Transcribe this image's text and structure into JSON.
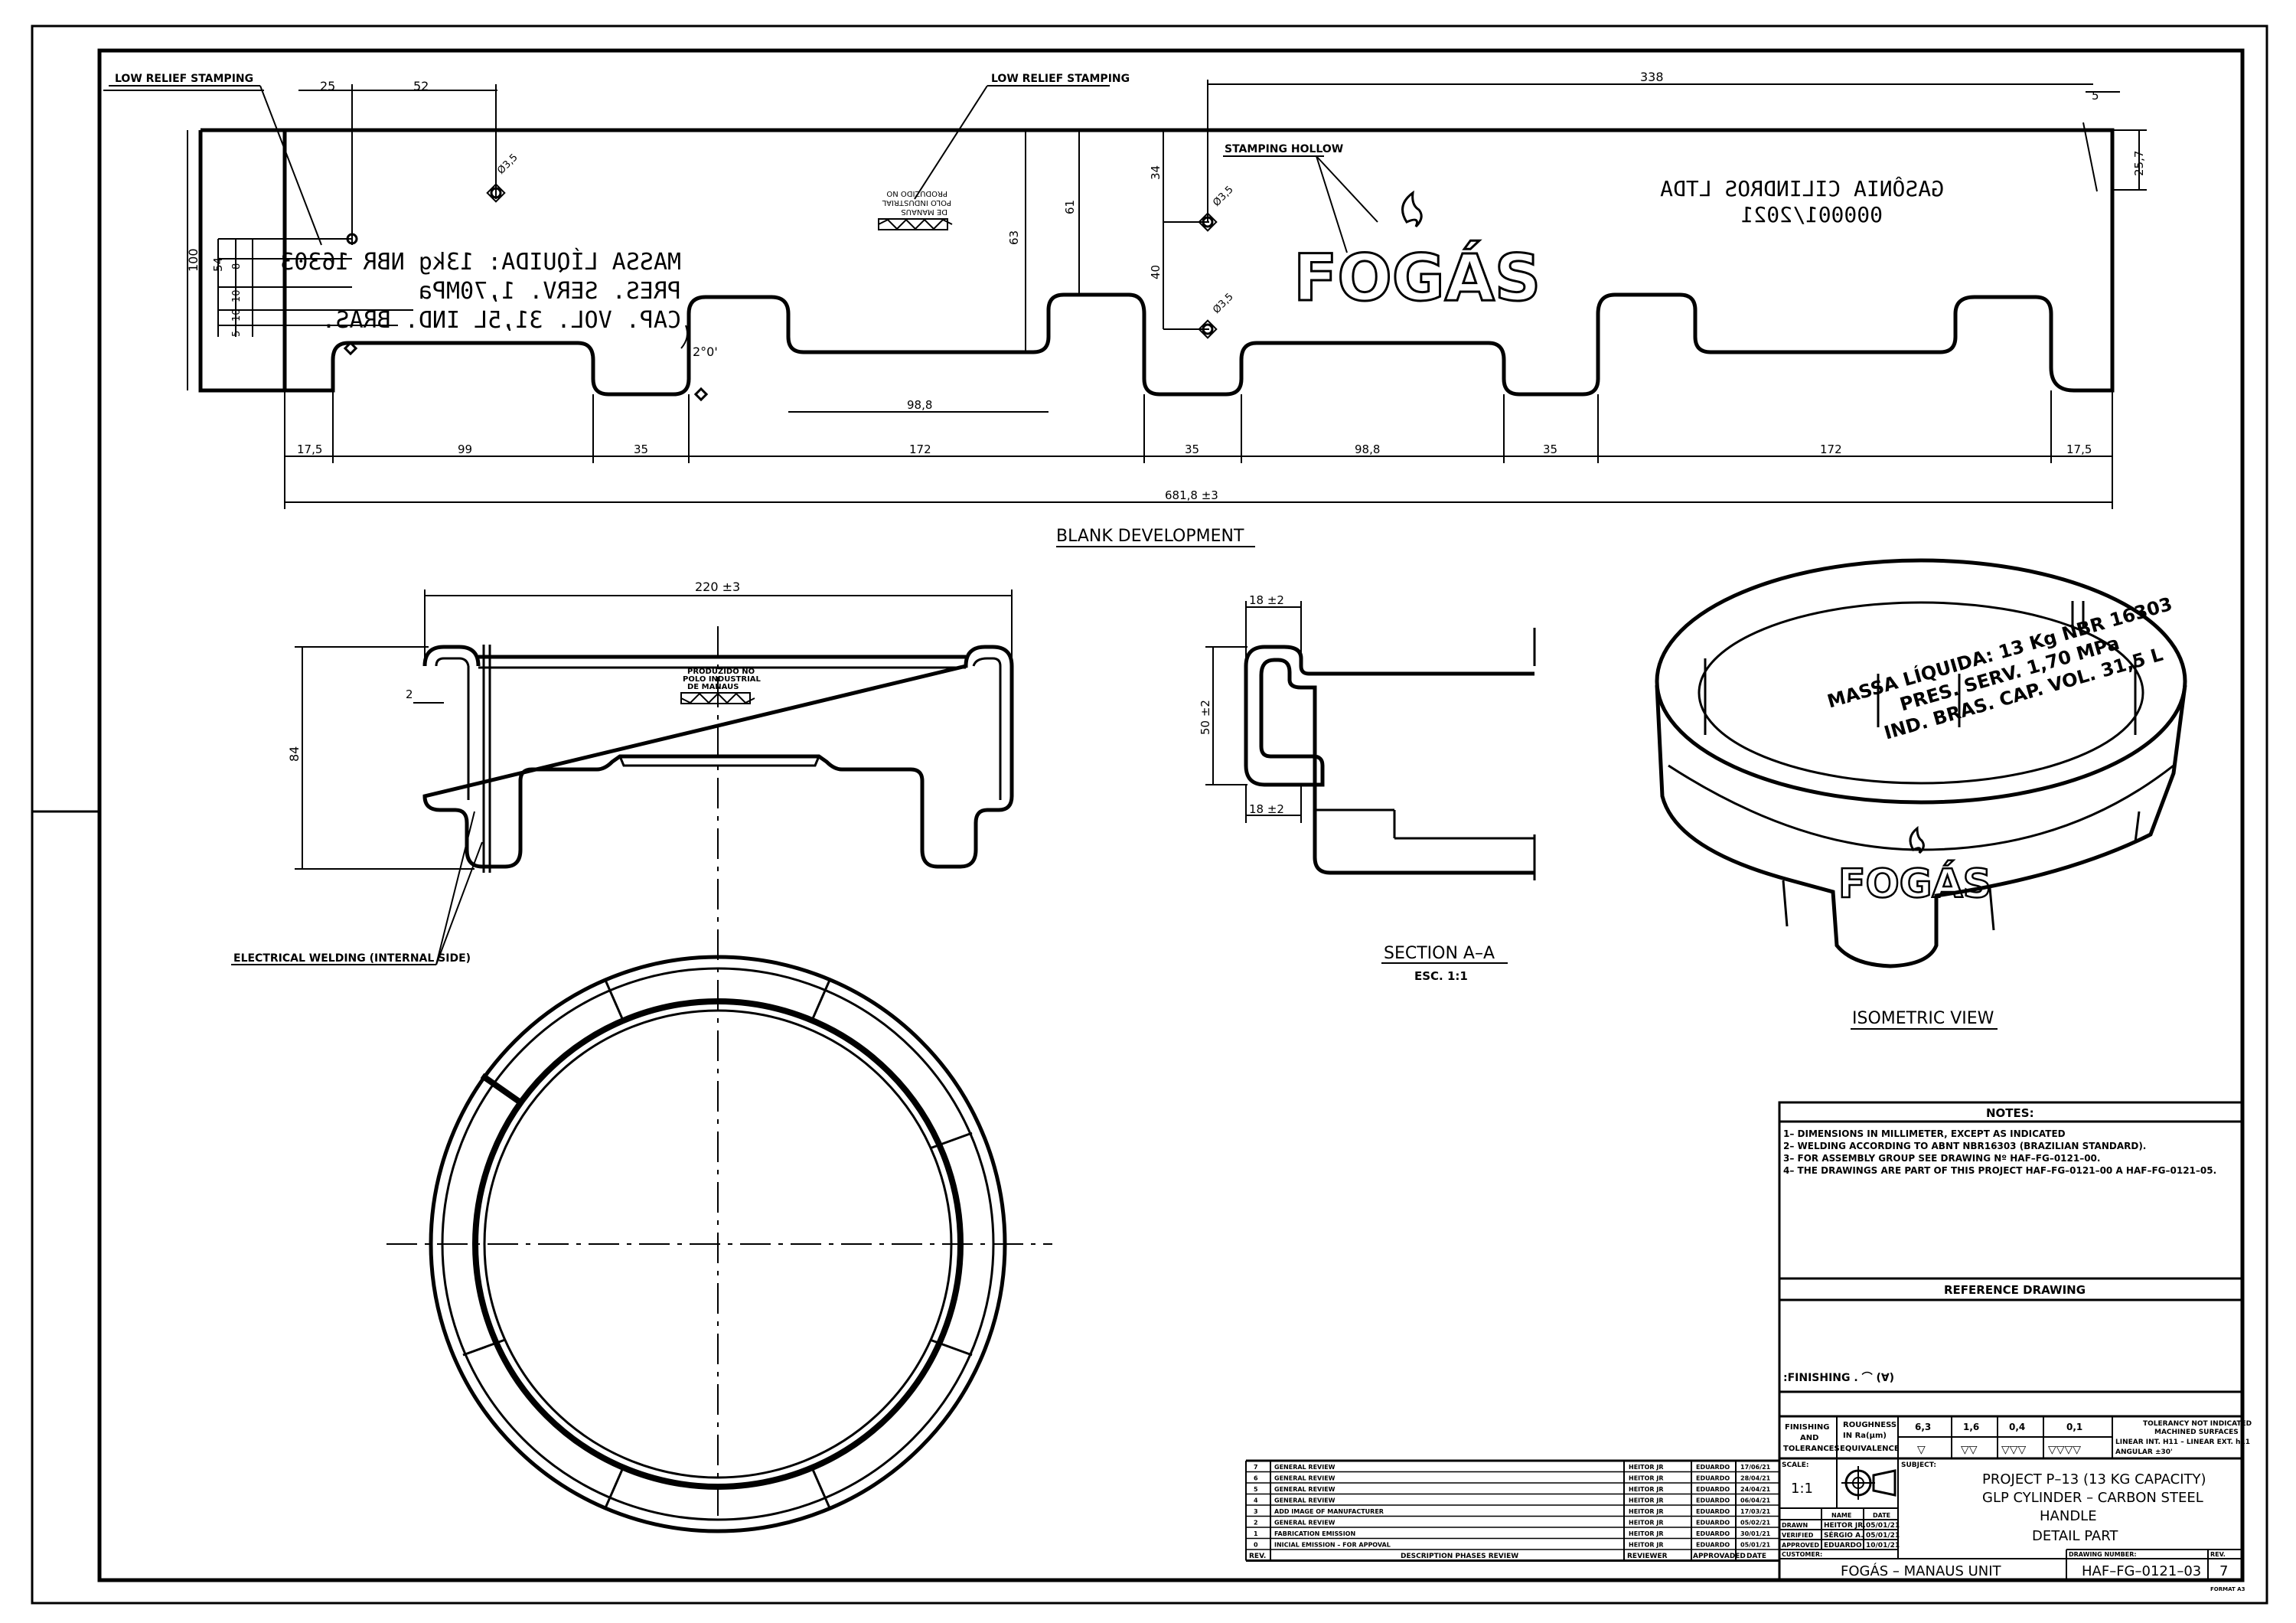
{
  "blank": {
    "title": "BLANK DEVELOPMENT",
    "callout_relief_1": "LOW RELIEF STAMPING",
    "callout_relief_2": "LOW RELIEF STAMPING",
    "callout_hollow": "STAMPING HOLLOW",
    "dims_top": [
      "25",
      "52",
      "338",
      "5",
      "25,7"
    ],
    "dims_vertical": [
      "100",
      "54",
      "8",
      "10",
      "10",
      "5",
      "63",
      "61",
      "34",
      "40"
    ],
    "holes": [
      "Ø3,5",
      "Ø3,5",
      "Ø3,5"
    ],
    "angle": "2°0'",
    "dim_98_8_a": "98,8",
    "dims_bottom": [
      "17,5",
      "99",
      "35",
      "172",
      "35",
      "98,8",
      "35",
      "172",
      "17,5"
    ],
    "total": "681,8 ±3",
    "stamp_lines": [
      "MASSA LÍQUIDA: 13kg   NBR 16303",
      "PRES. SERV. 1,70MPa",
      "CAP. VOL. 31,5L IND. BRAS."
    ],
    "company": [
      "GASÔNIA CILINDROS LTDA",
      "000001/2021"
    ],
    "logo": "FOGÁS",
    "produced_stamp": [
      "PRODUZIDO NO",
      "POLO INDUSTRIAL",
      "DE MANAUS"
    ]
  },
  "front": {
    "width": "220 ±3",
    "height": "84",
    "lip": "2",
    "welding": "ELECTRICAL WELDING (INTERNAL SIDE)"
  },
  "section": {
    "title": "SECTION A–A",
    "scale": "ESC. 1:1",
    "dim_top": "18 ±2",
    "dim_height": "50 ±2",
    "dim_bottom": "18 ±2"
  },
  "iso": {
    "title": "ISOMETRIC VIEW",
    "stamp": [
      "MASSA LÍQUIDA: 13 Kg  NBR 16303",
      "PRES. SERV. 1,70 MPa",
      "IND. BRAS.  CAP. VOL. 31,5 L"
    ],
    "logo": "FOGÁS"
  },
  "notes": {
    "title": "NOTES:",
    "lines": [
      "1– DIMENSIONS IN MILLIMETER, EXCEPT AS INDICATED",
      "2– WELDING ACCORDING TO ABNT NBR16303 (BRAZILIAN STANDARD).",
      "3– FOR ASSEMBLY GROUP SEE DRAWING Nº HAF–FG–0121–00.",
      "4– THE DRAWINGS ARE PART OF THIS PROJECT  HAF–FG–0121–00 A HAF–FG–0121–05."
    ],
    "reference": "REFERENCE DRAWING",
    "finishing": ":FINISHING .  ⌒ (∀)"
  },
  "finish_table": {
    "label": [
      "FINISHING",
      "AND",
      "TOLERANCES"
    ],
    "roughness": [
      "ROUGHNESS",
      "IN Ra(µm)",
      "EQUIVALENCE"
    ],
    "grades": [
      "6,3",
      "1,6",
      "0,4",
      "0,1"
    ],
    "symbols": [
      "▽",
      "▽▽",
      "▽▽▽",
      "▽▽▽▽"
    ],
    "tolerance": [
      "TOLERANCY NOT INDICATED",
      "MACHINED SURFACES",
      "LINEAR INT. H11 – LINEAR EXT. h11",
      "ANGULAR          ±30'"
    ]
  },
  "title_block": {
    "scale_label": "SCALE:",
    "scale": "1:1",
    "subject_label": "SUBJECT:",
    "subject": [
      "PROJECT P–13 (13 KG CAPACITY)",
      "GLP CYLINDER – CARBON STEEL",
      "HANDLE",
      "DETAIL PART"
    ],
    "name_label": "NAME",
    "date_label": "DATE",
    "roles": [
      {
        "role": "DRAWN",
        "name": "HEITOR JR.",
        "date": "05/01/21"
      },
      {
        "role": "VERIFIED",
        "name": "SÉRGIO A.",
        "date": "05/01/21"
      },
      {
        "role": "APPROVED",
        "name": "EDUARDO",
        "date": "10/01/21"
      }
    ],
    "customer_label": "CUSTOMER:",
    "customer": "FOGÁS – MANAUS UNIT",
    "drawing_label": "DRAWING NUMBER:",
    "drawing_number": "HAF–FG–0121–03",
    "rev_label": "REV.",
    "rev": "7",
    "format": "FORMAT A3"
  },
  "revisions": {
    "headers": [
      "REV.",
      "DESCRIPTION PHASES REVIEW",
      "REVIEWER",
      "APPROVADED",
      "DATE"
    ],
    "rows": [
      [
        "7",
        "GENERAL REVIEW",
        "HEITOR JR",
        "EDUARDO",
        "17/06/21"
      ],
      [
        "6",
        "GENERAL REVIEW",
        "HEITOR JR",
        "EDUARDO",
        "28/04/21"
      ],
      [
        "5",
        "GENERAL REVIEW",
        "HEITOR JR",
        "EDUARDO",
        "24/04/21"
      ],
      [
        "4",
        "GENERAL REVIEW",
        "HEITOR JR",
        "EDUARDO",
        "06/04/21"
      ],
      [
        "3",
        "ADD IMAGE OF MANUFACTURER",
        "HEITOR JR",
        "EDUARDO",
        "17/03/21"
      ],
      [
        "2",
        "GENERAL REVIEW",
        "HEITOR JR",
        "EDUARDO",
        "05/02/21"
      ],
      [
        "1",
        "FABRICATION EMISSION",
        "HEITOR JR",
        "EDUARDO",
        "30/01/21"
      ],
      [
        "0",
        "INICIAL EMISSION – FOR APPOVAL",
        "HEITOR JR",
        "EDUARDO",
        "05/01/21"
      ]
    ]
  }
}
